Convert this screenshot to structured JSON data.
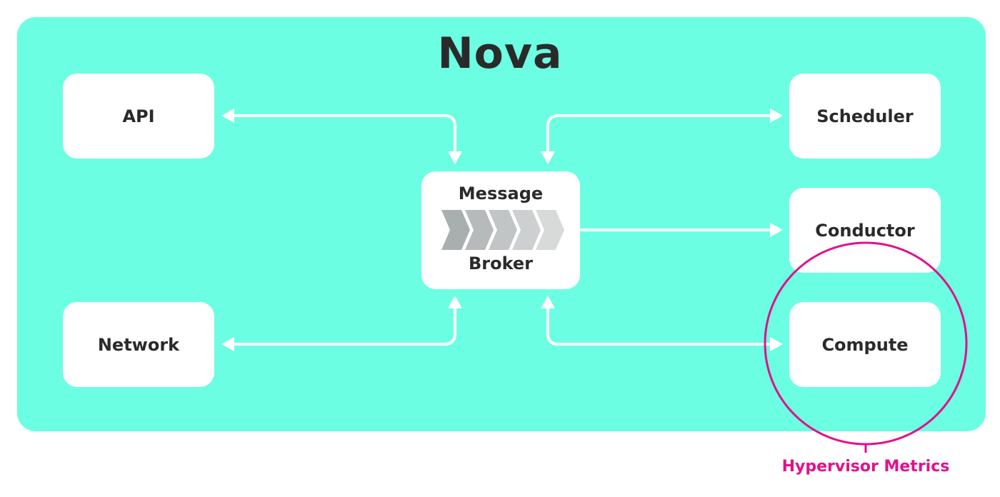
{
  "diagram": {
    "title": "Nova",
    "colors": {
      "panel": "#6cfee2",
      "box": "#ffffff",
      "text": "#2a2a2a",
      "arrow": "#ffffff",
      "highlight": "#e0118c",
      "chevrons": [
        "#a9aeae",
        "#b6baba",
        "#c2c5c5",
        "#cdd0d0",
        "#d8dada"
      ]
    },
    "nodes": {
      "api": "API",
      "network": "Network",
      "scheduler": "Scheduler",
      "conductor": "Conductor",
      "compute": "Compute",
      "broker_line1": "Message",
      "broker_line2": "Broker"
    },
    "edges": [
      {
        "from": "API",
        "to": "Message Broker",
        "direction": "bidirectional"
      },
      {
        "from": "Network",
        "to": "Message Broker",
        "direction": "bidirectional"
      },
      {
        "from": "Message Broker",
        "to": "Scheduler",
        "direction": "bidirectional"
      },
      {
        "from": "Message Broker",
        "to": "Conductor",
        "direction": "forward"
      },
      {
        "from": "Message Broker",
        "to": "Compute",
        "direction": "bidirectional"
      }
    ],
    "highlight": {
      "target": "Compute",
      "label": "Hypervisor Metrics"
    }
  }
}
